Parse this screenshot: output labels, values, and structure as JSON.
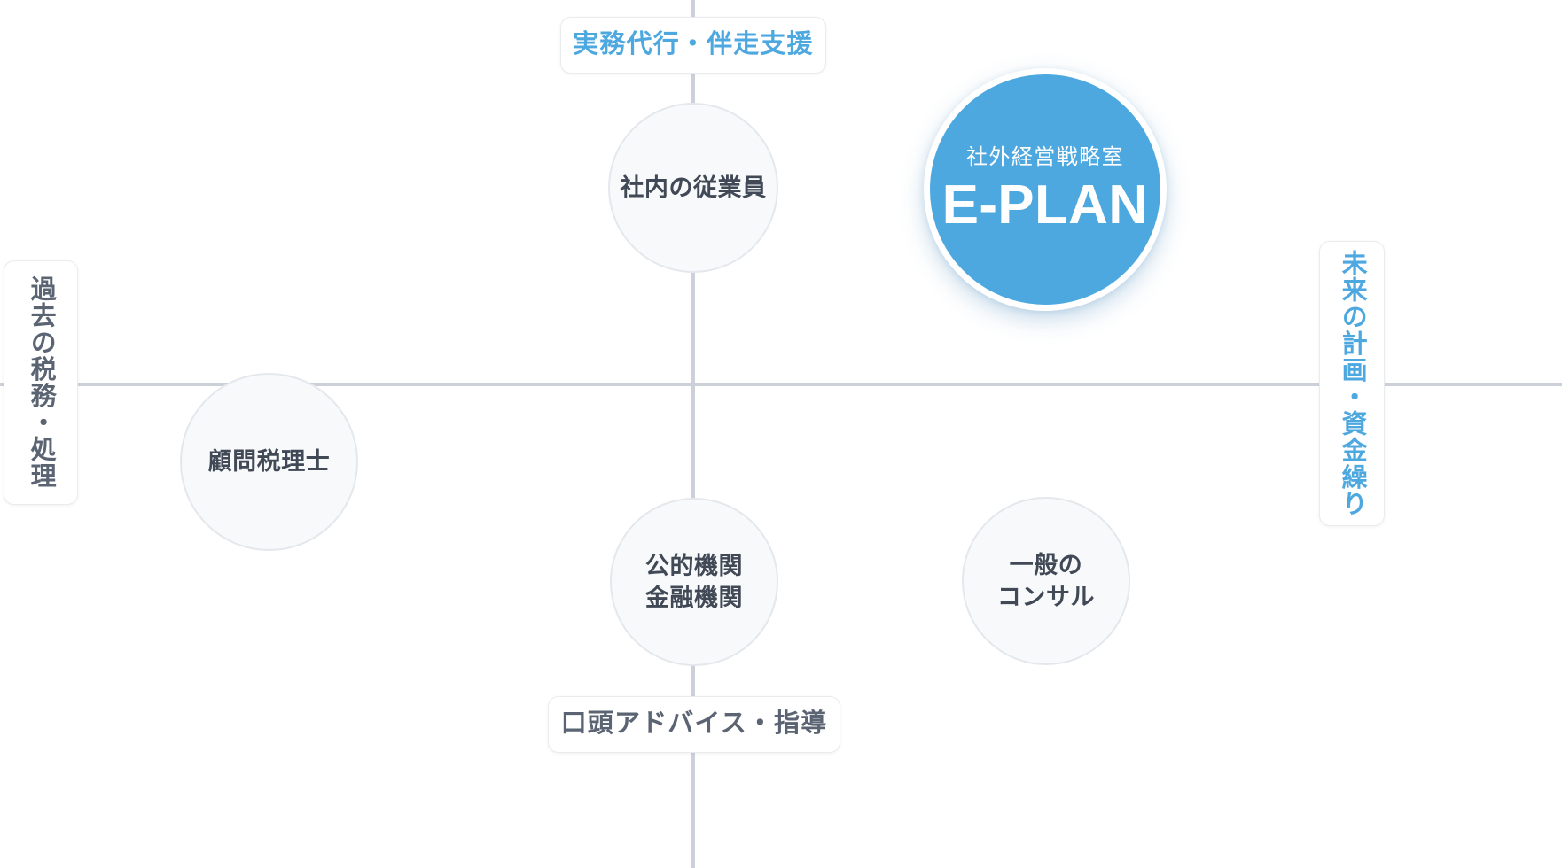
{
  "chart_data": {
    "type": "scatter",
    "title": "",
    "xlabel": "",
    "ylabel": "",
    "axes": {
      "x": {
        "left_label": "過去の税務・処理",
        "right_label": "未来の計画・資金繰り",
        "left_color": "#5b6472",
        "right_color": "#4da8e0"
      },
      "y": {
        "top_label": "実務代行・伴走支援",
        "bottom_label": "口頭アドバイス・指導",
        "top_color": "#4da8e0",
        "bottom_color": "#5b6472"
      }
    },
    "grid": false,
    "legend": "none",
    "points": [
      {
        "label": "社内の従業員",
        "x": 0.0,
        "y": 0.52,
        "quadrant": "upper-center",
        "highlight": false
      },
      {
        "label": "社外経営戦略室 E-PLAN",
        "x": 0.5,
        "y": 0.5,
        "quadrant": "upper-right",
        "highlight": true
      },
      {
        "label": "顧問税理士",
        "x": -0.6,
        "y": -0.1,
        "quadrant": "lower-left",
        "highlight": false
      },
      {
        "label": "公的機関\n金融機関",
        "x": 0.0,
        "y": -0.52,
        "quadrant": "lower-center",
        "highlight": false
      },
      {
        "label": "一般の\nコンサル",
        "x": 0.48,
        "y": -0.51,
        "quadrant": "lower-right",
        "highlight": false
      }
    ]
  },
  "axis_labels": {
    "top": "実務代行・伴走支援",
    "bottom": "口頭アドバイス・指導",
    "left": "過去の税務・処理",
    "right": "未来の計画・資金繰り"
  },
  "nodes": {
    "employees": "社内の従業員",
    "tax_accountant": "顧問税理士",
    "public_finance": "公的機関\n金融機関",
    "general_consultant": "一般の\nコンサル"
  },
  "highlight_node": {
    "subtitle": "社外経営戦略室",
    "title": "E-PLAN"
  },
  "colors": {
    "accent": "#4da8e0",
    "muted_text": "#5b6472",
    "node_text": "#404955",
    "node_fill": "#f7f9fb",
    "node_border": "#e4e8ed",
    "axis_line": "#ccd1d9",
    "background": "#ffffff"
  }
}
